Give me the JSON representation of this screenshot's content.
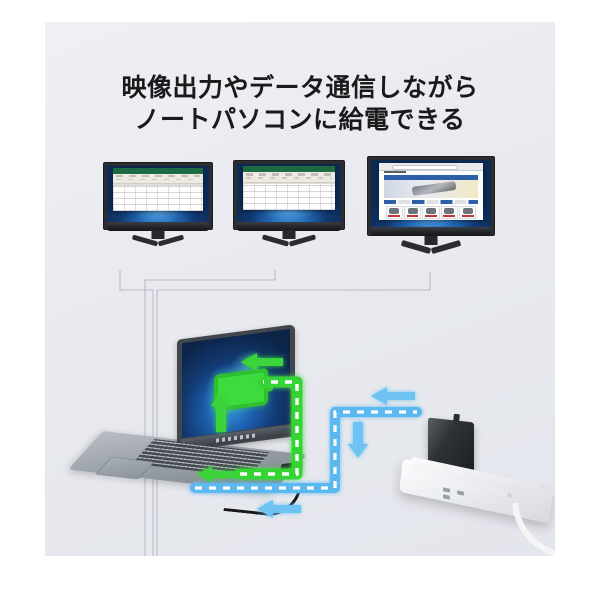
{
  "image": {
    "kind": "product-feature-illustration",
    "background_color": "#e9ebf0",
    "frame_color": "#ffffff"
  },
  "headline": {
    "line1": "映像出力やデータ通信しながら",
    "line2": "ノートパソコンに給電できる",
    "color": "#1a1a1a"
  },
  "monitors": [
    {
      "id": "monitor-left",
      "content": "spreadsheet",
      "app_label": "spreadsheet-window",
      "bezel_color": "#2b2d30",
      "wallpaper": "windows-blue-bloom"
    },
    {
      "id": "monitor-center",
      "content": "spreadsheet",
      "app_label": "spreadsheet-window",
      "bezel_color": "#2b2d30",
      "wallpaper": "windows-blue-bloom"
    },
    {
      "id": "monitor-right",
      "content": "web-browser",
      "app_label": "browser-window",
      "bezel_color": "#2b2d30",
      "wallpaper": "windows-blue-bloom"
    }
  ],
  "laptop": {
    "label": "notebook-pc",
    "wallpaper": "windows-11-bloom",
    "body_color": "#9aa0a8",
    "lid_color": "#41464d",
    "battery_icon": {
      "name": "battery-charging-icon",
      "fill_color": "#3ddc3d",
      "stroke_color": "#2fbf2f"
    },
    "cable": "usb-c-cable"
  },
  "power": {
    "adapter_label": "ac-power-adapter",
    "adapter_color": "#25282c",
    "strip_label": "power-strip",
    "strip_color": "#f2f3f5"
  },
  "flows": [
    {
      "id": "power-flow",
      "name": "power-delivery-path",
      "color": "#35d435",
      "style": "dashed-arrow",
      "direction": "adapter-to-laptop"
    },
    {
      "id": "data-flow",
      "name": "data-video-path",
      "color": "#5bb8f0",
      "style": "dashed-arrow",
      "direction": "laptop-to-adapter"
    }
  ],
  "arrows": {
    "green_into_laptop": "arrow-left-green",
    "green_up": "arrow-up-green",
    "green_left_lower": "arrow-left-green",
    "blue_into_adapter": "arrow-left-blue",
    "blue_down": "arrow-down-blue",
    "blue_left_lower": "arrow-left-blue"
  }
}
